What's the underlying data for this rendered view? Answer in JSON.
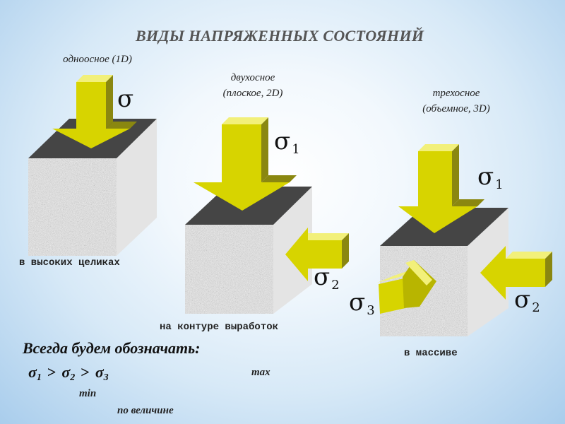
{
  "title": "ВИДЫ НАПРЯЖЕННЫХ СОСТОЯНИЙ",
  "states": [
    {
      "name": "одноосное (1D)",
      "location": "в высоких целиках",
      "symbol": "σ"
    },
    {
      "name_line1": "двухосное",
      "name_line2": "(плоское, 2D)",
      "location": "на контуре выработок",
      "stress_1": {
        "symbol": "σ",
        "index": "1"
      },
      "stress_2": {
        "symbol": "σ",
        "index": "2"
      }
    },
    {
      "name_line1": "трехосное",
      "name_line2": "(объемное, 3D)",
      "location": "в массиве",
      "stress_1": {
        "symbol": "σ",
        "index": "1"
      },
      "stress_2": {
        "symbol": "σ",
        "index": "2"
      },
      "stress_3": {
        "symbol": "σ",
        "index": "3"
      }
    }
  ],
  "note": {
    "text": "Всегда будем обозначать:",
    "formula": {
      "s1": "σ",
      "i1": "1",
      "op1": ">",
      "s2": "σ",
      "i2": "2",
      "op2": ">",
      "s3": "σ",
      "i3": "3"
    },
    "max_label": "max",
    "min_label": "min",
    "magnitude_label": "по величине"
  },
  "colors": {
    "arrow_front": "#d7d400",
    "arrow_side": "#8a8710",
    "arrow_top": "#f2f07a",
    "block_top": "#454545",
    "block_side": "#e4e4e4",
    "granite_base": "#bdbdbd"
  }
}
